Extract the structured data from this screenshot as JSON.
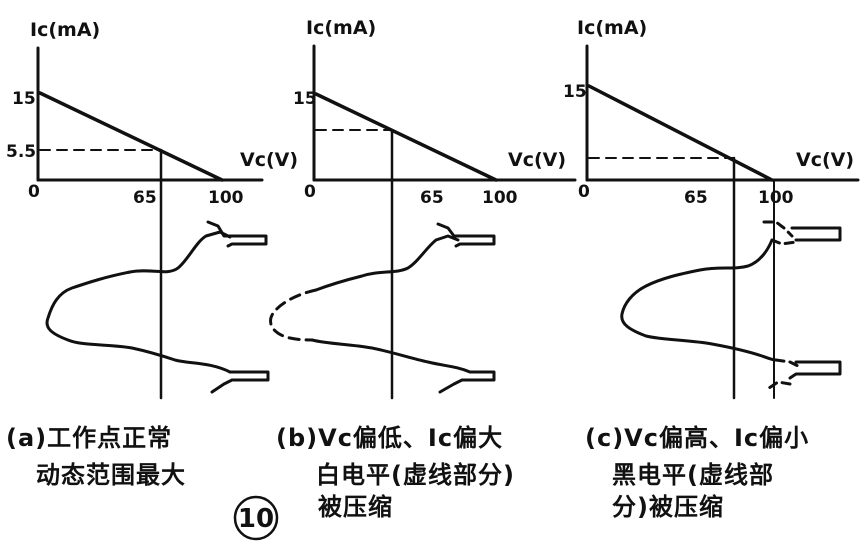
{
  "panels": [
    {
      "y_axis_label": "Ic(mA)",
      "x_axis_label": "Vc(V)",
      "y_ticks": [
        "15",
        "5.5",
        "0"
      ],
      "x_ticks": [
        "65",
        "100"
      ],
      "caption": [
        "(a)工作点正常",
        "动态范围最大"
      ]
    },
    {
      "y_axis_label": "Ic(mA)",
      "x_axis_label": "Vc(V)",
      "y_ticks": [
        "15",
        "0"
      ],
      "x_ticks": [
        "65",
        "100"
      ],
      "caption": [
        "(b)Vc偏低、Ic偏大",
        "白电平(虚线部分)",
        "被压缩"
      ]
    },
    {
      "y_axis_label": "Ic(mA)",
      "x_axis_label": "Vc(V)",
      "y_ticks": [
        "15",
        "0"
      ],
      "x_ticks": [
        "65",
        "100"
      ],
      "caption": [
        "(c)Vc偏高、Ic偏小",
        "黑电平(虚线部",
        "分)被压缩"
      ]
    }
  ],
  "figure_number": "10"
}
